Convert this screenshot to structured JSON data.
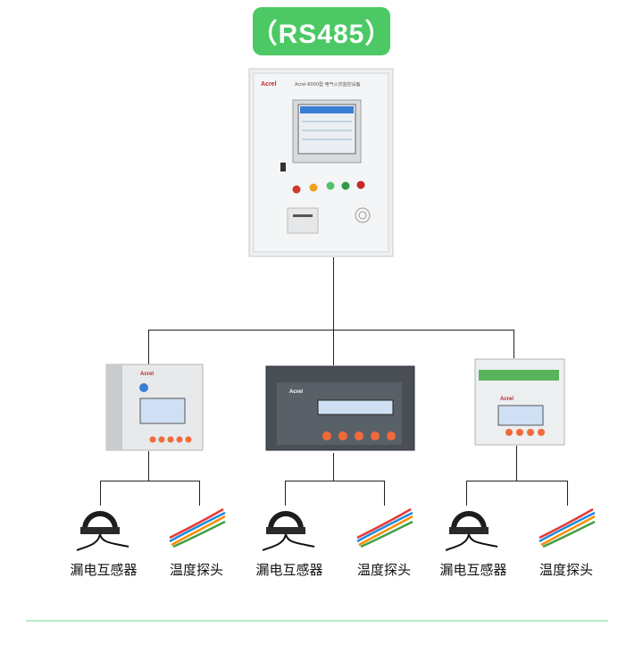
{
  "header": {
    "protocol_badge": "（RS485）"
  },
  "cabinet": {
    "brand": "Acrel",
    "model_text": "Acrel-6000型 电气火灾监控设备"
  },
  "devices": [
    {
      "brand": "Acrel",
      "sensors": [
        {
          "label": "漏电互感器"
        },
        {
          "label": "温度探头"
        }
      ]
    },
    {
      "brand": "Acrel",
      "sensors": [
        {
          "label": "漏电互感器"
        },
        {
          "label": "温度探头"
        }
      ]
    },
    {
      "brand": "Acrel",
      "sensors": [
        {
          "label": "漏电互感器"
        },
        {
          "label": "温度探头"
        }
      ]
    }
  ],
  "colors": {
    "badge": "#4cc964",
    "cabinet": "#eeeff1",
    "button": "#f26a3a",
    "screen": "#3a7dd6",
    "rule": "#b8ecc4"
  }
}
